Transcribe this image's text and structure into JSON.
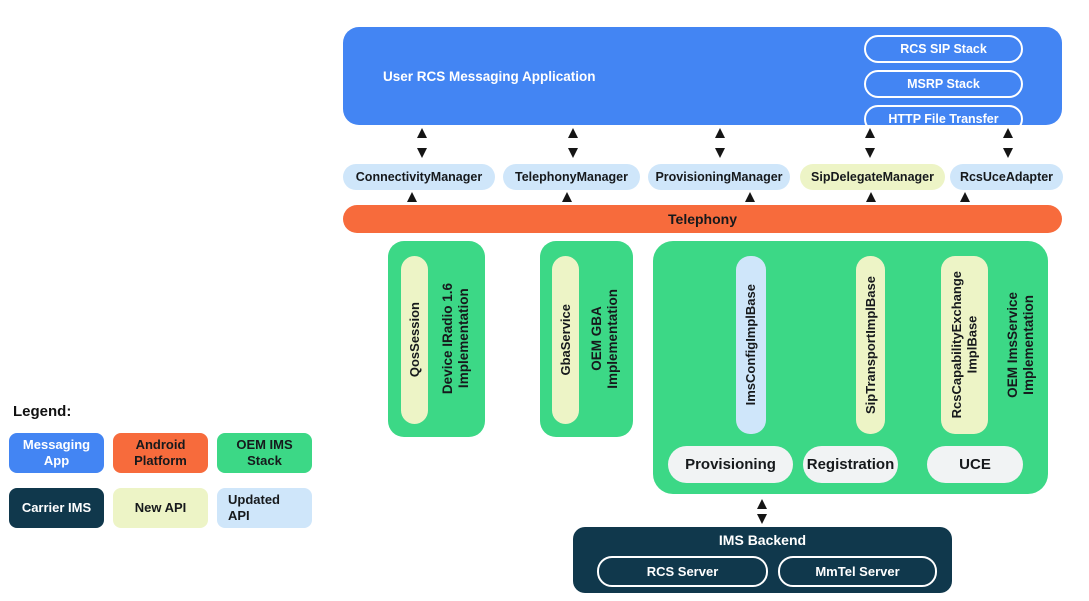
{
  "palette": {
    "blue": "#4385F3",
    "orange": "#F76B3C",
    "green": "#3CD886",
    "navy": "#10384C",
    "light_blue": "#CFE6FA",
    "pale_yellow": "#EDF4C6",
    "light_gray": "#F1F3F4"
  },
  "app_box": {
    "title": "User RCS Messaging Application",
    "stack_pills": [
      "RCS SIP Stack",
      "MSRP Stack",
      "HTTP File Transfer"
    ]
  },
  "managers": [
    {
      "label": "ConnectivityManager",
      "type": "updated-api"
    },
    {
      "label": "TelephonyManager",
      "type": "updated-api"
    },
    {
      "label": "ProvisioningManager",
      "type": "updated-api"
    },
    {
      "label": "SipDelegateManager",
      "type": "new-api"
    },
    {
      "label": "RcsUceAdapter",
      "type": "updated-api"
    }
  ],
  "telephony": {
    "label": "Telephony"
  },
  "oem_boxes": [
    {
      "api_pill": "QosSession",
      "api_type": "new-api",
      "impl": "Device IRadio 1.6\nImplementation"
    },
    {
      "api_pill": "GbaService",
      "api_type": "new-api",
      "impl": "OEM GBA\nImplementation"
    }
  ],
  "ims_service_box": {
    "api_pills": [
      {
        "label": "ImsConfigImplBase",
        "type": "updated-api"
      },
      {
        "label": "SipTransportImplBase",
        "type": "new-api"
      },
      {
        "label": "RcsCapabilityExchange\nImplBase",
        "type": "new-api"
      }
    ],
    "impl": "OEM ImsService\nImplementation",
    "functions": [
      "Provisioning",
      "Registration",
      "UCE"
    ]
  },
  "ims_backend": {
    "title": "IMS Backend",
    "servers": [
      "RCS Server",
      "MmTel Server"
    ]
  },
  "legend": {
    "heading": "Legend:",
    "items": [
      {
        "label": "Messaging\nApp",
        "color": "blue"
      },
      {
        "label": "Android\nPlatform",
        "color": "orange"
      },
      {
        "label": "OEM IMS\nStack",
        "color": "green"
      },
      {
        "label": "Carrier IMS",
        "color": "navy"
      },
      {
        "label": "New API",
        "color": "pale_yellow"
      },
      {
        "label": "Updated\nAPI",
        "color": "light_blue"
      }
    ]
  }
}
